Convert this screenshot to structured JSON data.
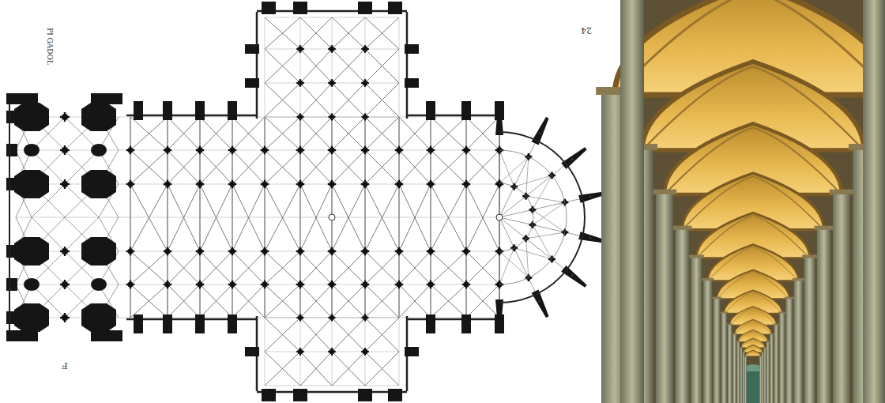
{
  "diagram": {
    "labels": [
      "PI GADOL",
      "24",
      "F"
    ]
  }
}
